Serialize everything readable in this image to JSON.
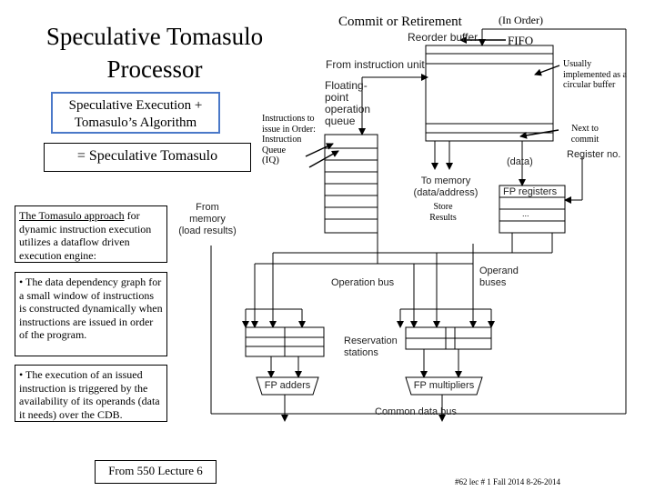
{
  "title": [
    "Speculative Tomasulo",
    "Processor"
  ],
  "spec_box": [
    "Speculative Execution +",
    "Tomasulo’s Algorithm"
  ],
  "equals_label": "= Speculative Tomasulo",
  "notes": {
    "approach_link": "The Tomasulo approach",
    "approach_rest": " for dynamic instruction execution utilizes a dataflow driven execution engine:",
    "bullet1": "• The data dependency graph for a small window of instructions is constructed dynamically when instructions are issued in order of the program.",
    "bullet2": "• The execution of an issued instruction is triggered by the availability of its operands (data it needs) over the CDB."
  },
  "annotations": {
    "commit": "Commit or Retirement",
    "in_order": "(In Order)",
    "fifo": "FIFO",
    "circular": "Usually implemented as a circular buffer",
    "next_commit": "Next to commit",
    "iq": "Instructions to issue in Order: Instruction Queue",
    "iq_tag": "(IQ)",
    "store_results": "Store Results"
  },
  "diagram": {
    "reorder_buffer": "Reorder buffer",
    "from_iu": "From instruction unit",
    "fp_queue": [
      "Floating-",
      "point",
      "operation",
      "queue"
    ],
    "from_memory": [
      "From",
      "memory",
      "(load results)"
    ],
    "to_memory": [
      "To memory",
      "(data/address)"
    ],
    "data": "(data)",
    "register_no": "Register no.",
    "fp_registers": "FP registers",
    "operand_buses": [
      "Operand",
      "buses"
    ],
    "operation_bus": "Operation bus",
    "reservation_stations": [
      "Reservation",
      "stations"
    ],
    "fp_adders": "FP adders",
    "fp_multipliers": "FP multipliers",
    "cdb": "Common data bus"
  },
  "reference": "From 550 Lecture 6",
  "footer": "#62  lec # 1  Fall 2014  8-26-2014"
}
